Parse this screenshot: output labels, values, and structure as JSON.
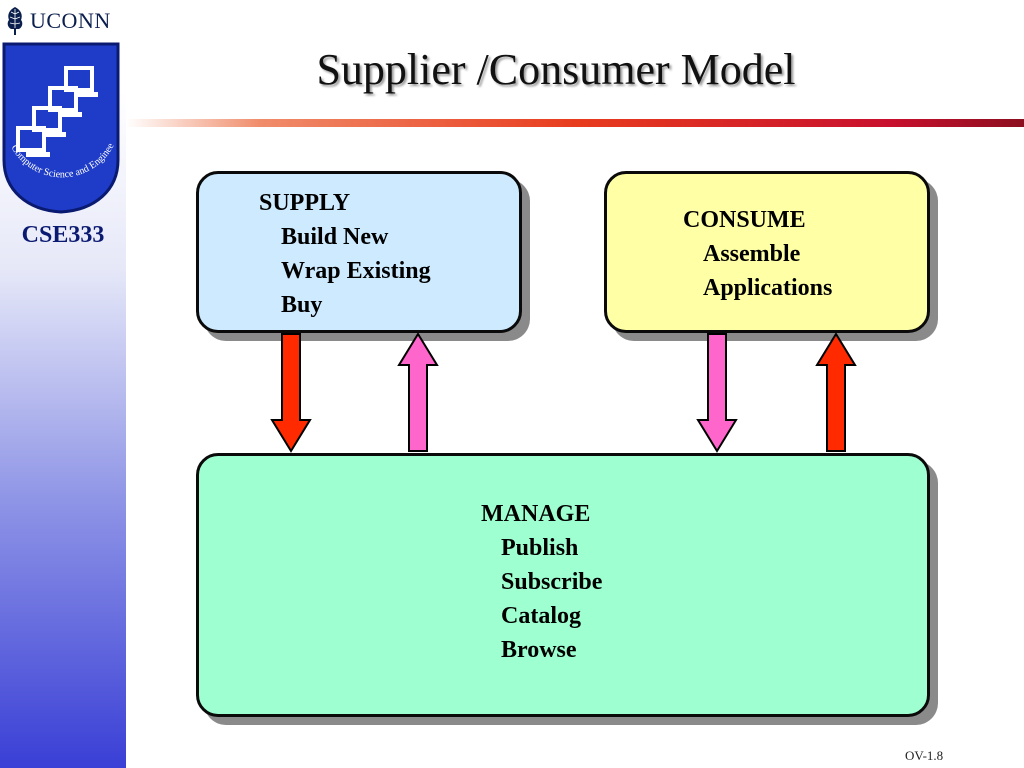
{
  "header": {
    "university": "UCONN",
    "course": "CSE333",
    "logo_text": "Computer Science and Engineering"
  },
  "title": "Supplier /Consumer Model",
  "diagram": {
    "supply": {
      "heading": "SUPPLY",
      "items": [
        "Build New",
        "Wrap Existing",
        "Buy"
      ]
    },
    "consume": {
      "heading": "CONSUME",
      "items": [
        "Assemble",
        "Applications"
      ]
    },
    "manage": {
      "heading": "MANAGE",
      "items": [
        "Publish",
        "Subscribe",
        "Catalog",
        "Browse"
      ]
    }
  },
  "colors": {
    "red_arrow": "#ff2a00",
    "pink_arrow": "#ff66cc",
    "supply_fill": "#cdeaff",
    "consume_fill": "#ffffa6",
    "manage_fill": "#9effd0"
  },
  "footer": {
    "slide_number": "OV-1.8"
  }
}
